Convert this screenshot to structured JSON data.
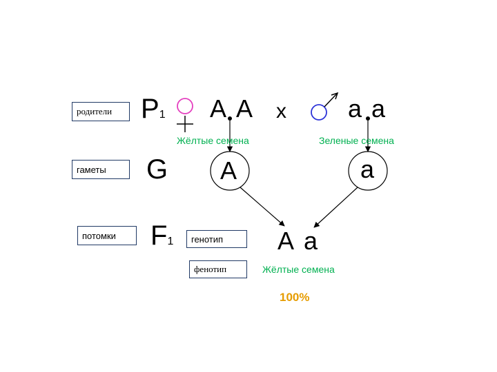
{
  "rows": {
    "parents_label": "родители",
    "gametes_label": "гаметы",
    "offspring_label": "потомки"
  },
  "generations": {
    "p": "P",
    "p_sub": "1",
    "g": "G",
    "f": "F",
    "f_sub": "1"
  },
  "parent_female": {
    "genotype_a": "A",
    "genotype_b": "A",
    "phenotype": "Жёлтые семена"
  },
  "cross_sign": "x",
  "parent_male": {
    "genotype_a": "a",
    "genotype_b": "a",
    "phenotype": "Зеленые семена"
  },
  "gamete_female": "A",
  "gamete_male": "a",
  "offspring": {
    "genotype_label": "генотип",
    "phenotype_label": "фенотип",
    "genotype_a": "A",
    "genotype_b": "a",
    "phenotype": "Жёлтые семена",
    "percent": "100%"
  },
  "colors": {
    "female_symbol": "#e43fbf",
    "male_symbol": "#2c33d8",
    "phenotype_text": "#00b050",
    "percent_text": "#e69c00",
    "box_border": "#1f3864"
  }
}
